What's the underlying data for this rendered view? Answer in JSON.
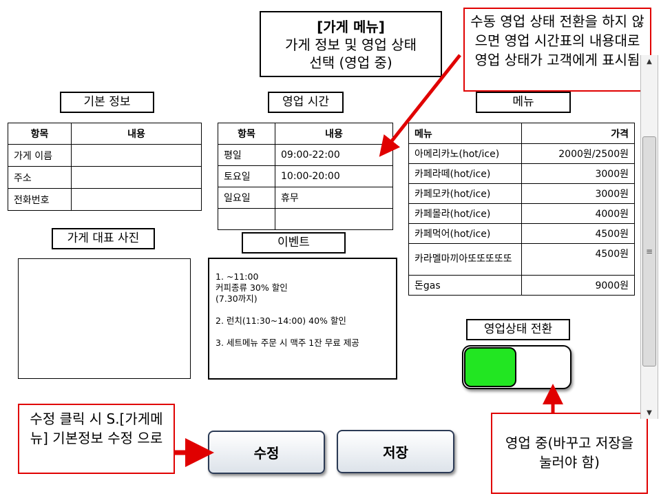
{
  "title": {
    "line1": "[가게 메뉴]",
    "line2": "가게 정보 및 영업 상태",
    "line3": "선택 (영업 중)"
  },
  "sections": {
    "basic_info": "기본 정보",
    "business_hours": "영업 시간",
    "menu": "메뉴",
    "photo": "가게 대표 사진",
    "event": "이벤트",
    "status_toggle": "영업상태 전환"
  },
  "basic_info_table": {
    "headers": [
      "항목",
      "내용"
    ],
    "rows": [
      [
        "가게 이름",
        ""
      ],
      [
        "주소",
        ""
      ],
      [
        "전화번호",
        ""
      ]
    ]
  },
  "hours_table": {
    "headers": [
      "항목",
      "내용"
    ],
    "rows": [
      [
        "평일",
        "09:00-22:00"
      ],
      [
        "토요일",
        "10:00-20:00"
      ],
      [
        "일요일",
        "휴무"
      ],
      [
        "",
        ""
      ]
    ]
  },
  "menu_table": {
    "headers": [
      "메뉴",
      "가격"
    ],
    "rows": [
      [
        "아메리카노(hot/ice)",
        "2000원/2500원"
      ],
      [
        "카페라떼(hot/ice)",
        "3000원"
      ],
      [
        "카페모카(hot/ice)",
        "3000원"
      ],
      [
        "카페몰라(hot/ice)",
        "4000원"
      ],
      [
        "카페먹어(hot/ice)",
        "4500원"
      ],
      [
        "카라멜마끼아또또또또또",
        "4500원"
      ],
      [
        "돈gas",
        "9000원"
      ]
    ]
  },
  "events": [
    "1. ~11:00\n커피종류 30% 할인\n(7.30까지)",
    "2. 런치(11:30~14:00) 40% 할인",
    "3. 세트메뉴 주문 시 맥주 1잔 무료 제공"
  ],
  "buttons": {
    "edit": "수정",
    "save": "저장"
  },
  "notes": {
    "top_right": "수동 영업 상태 전환을 하지 않으면 영업 시간표의 내용대로 영업 상태가 고객에게 표시됨",
    "bottom_left": "수정 클릭 시 S.[가게메뉴] 기본정보 수정 으로",
    "bottom_right": "영업 중(바꾸고 저장을 눌러야 함)"
  },
  "status": {
    "open": true
  },
  "colors": {
    "toggle_on": "#22e622",
    "annotation": "#e00000",
    "button_border": "#2b3a55"
  }
}
